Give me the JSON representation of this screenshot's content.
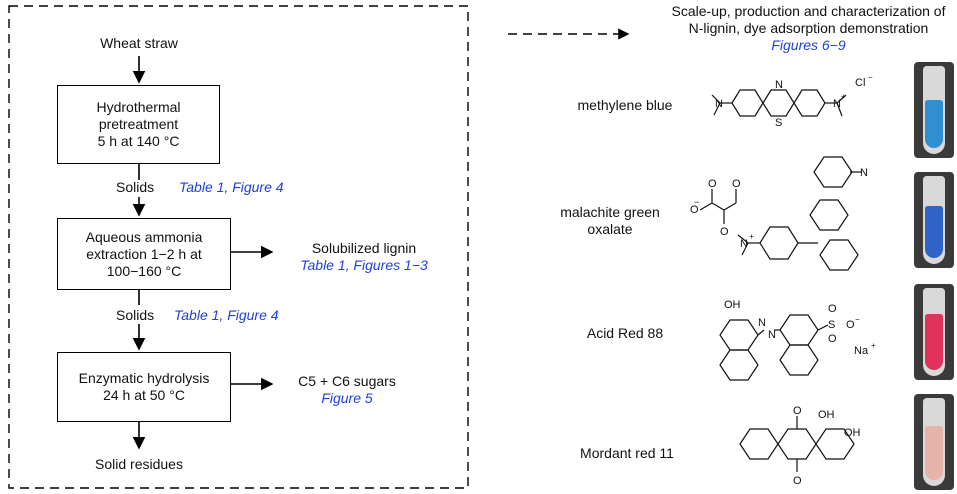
{
  "process": {
    "start": "Wheat straw",
    "step1": [
      "Hydrothermal",
      "pretreatment",
      "5 h at 140 °C"
    ],
    "solids1": "Solids",
    "solids1_ref": "Table 1, Figure 4",
    "step2": [
      "Aqueous ammonia",
      "extraction 1−2 h at",
      "100−160 °C"
    ],
    "lignin_label": "Solubilized lignin",
    "lignin_ref": "Table 1, Figures 1−3",
    "solids2": "Solids",
    "solids2_ref": "Table 1, Figure 4",
    "step3": [
      "Enzymatic hydrolysis",
      "24 h at 50 °C"
    ],
    "sugars_label": "C5 + C6 sugars",
    "sugars_ref": "Figure 5",
    "end": "Solid residues"
  },
  "scaleup": {
    "lines": [
      "Scale-up, production and characterization of",
      "N-lignin, dye adsorption demonstration"
    ],
    "ref": "Figures 6−9"
  },
  "dyes": [
    {
      "name": [
        "methylene blue"
      ],
      "tube_color": "#2f8fd0"
    },
    {
      "name": [
        "malachite green",
        "oxalate"
      ],
      "tube_color": "#2f63c8"
    },
    {
      "name": [
        "Acid Red 88"
      ],
      "tube_color": "#e0325a"
    },
    {
      "name": [
        "Mordant red 11"
      ],
      "tube_color": "#e7b3a9"
    }
  ],
  "structure_labels": {
    "mb_cl": "Cl",
    "mb_cl_sup": "−",
    "mb_n_top": "N",
    "mb_s": "S",
    "mb_n_left": "N",
    "mb_n_right": "N",
    "mb_n_right_sup": "+",
    "mg_o1": "O",
    "mg_o2": "O",
    "mg_o3": "O",
    "mg_o4": "O",
    "mg_minus": "−",
    "mg_n_right": "N",
    "mg_n_left": "N",
    "mg_n_left_sup": "+",
    "ar_oh": "OH",
    "ar_n1": "N",
    "ar_n2": "N",
    "ar_s": "S",
    "ar_o1": "O",
    "ar_o2": "O",
    "ar_o3": "O",
    "ar_o3_sup": "−",
    "ar_na": "Na",
    "ar_na_sup": "+",
    "mr_o1": "O",
    "mr_o2": "O",
    "mr_oh1": "OH",
    "mr_oh2": "OH"
  }
}
